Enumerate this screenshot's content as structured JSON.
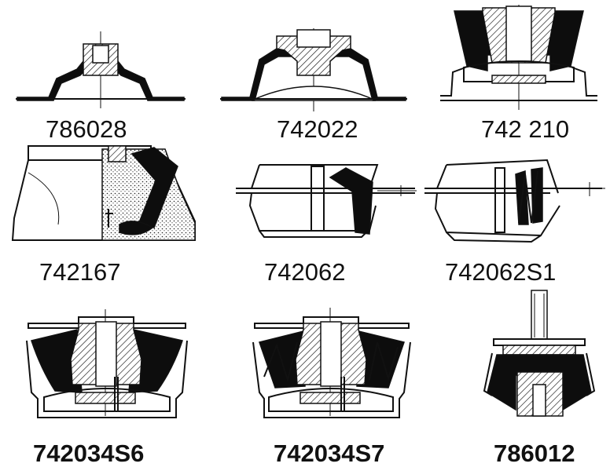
{
  "parts": [
    {
      "part_number": "786028",
      "bold": false
    },
    {
      "part_number": "742022",
      "bold": false
    },
    {
      "part_number": "742 210",
      "bold": false
    },
    {
      "part_number": "742167",
      "bold": false
    },
    {
      "part_number": "742062",
      "bold": false
    },
    {
      "part_number": "742062S1",
      "bold": false
    },
    {
      "part_number": "742034S6",
      "bold": true
    },
    {
      "part_number": "742034S7",
      "bold": true
    },
    {
      "part_number": "786012",
      "bold": true
    }
  ],
  "colors": {
    "ink": "#111111",
    "rubber": "#0d0d0d",
    "paper": "#ffffff"
  }
}
